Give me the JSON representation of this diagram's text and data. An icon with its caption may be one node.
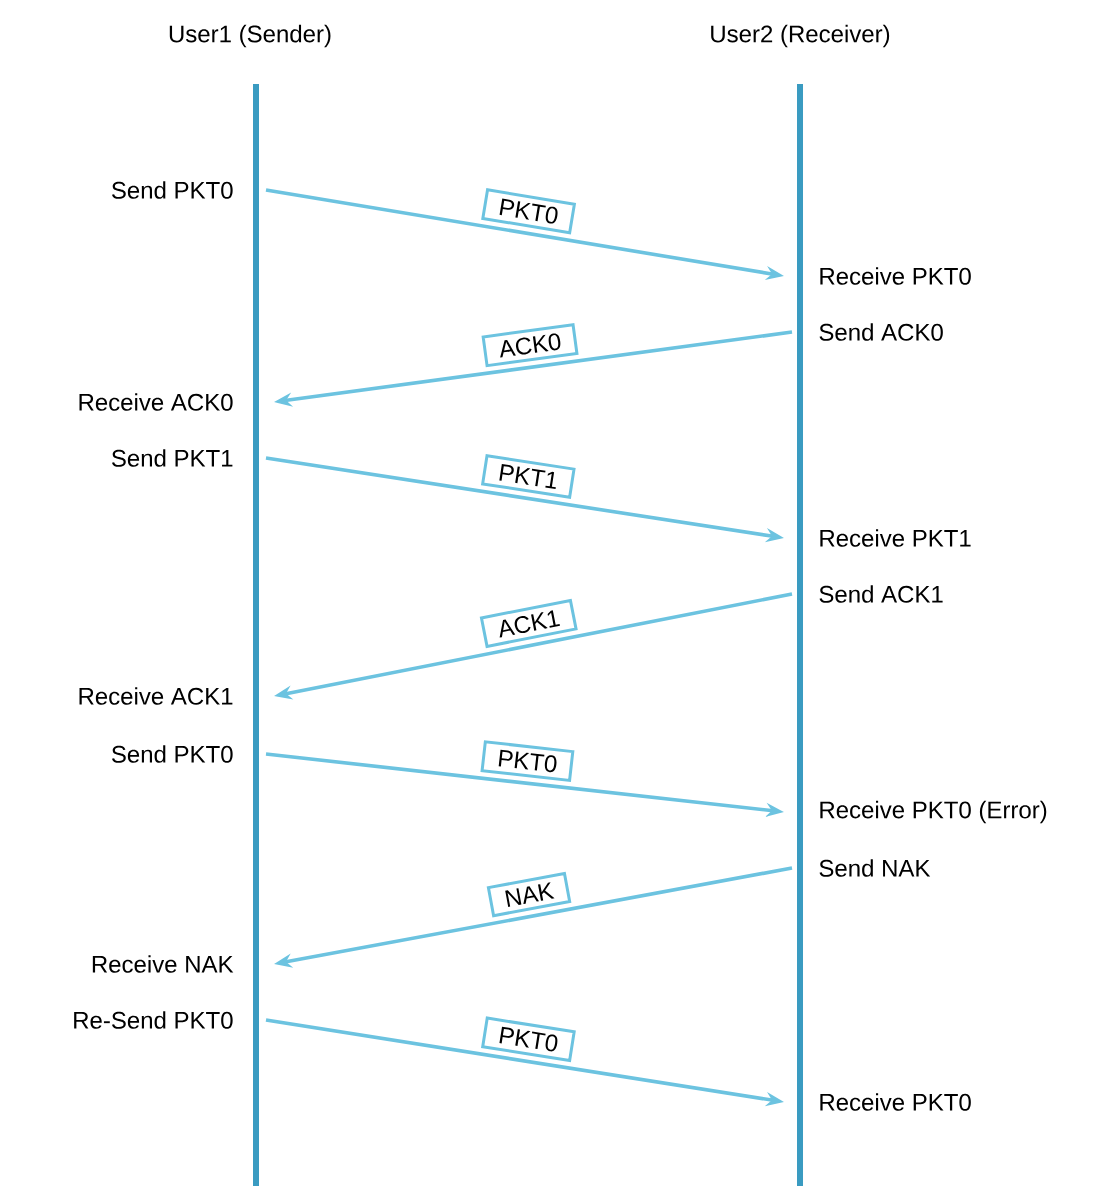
{
  "diagram": {
    "nodes": [
      {
        "text": [
          "Send PKT0"
        ]
      },
      {
        "text": [
          "Receive PKT0"
        ]
      },
      {
        "text": [
          "Send ACK0"
        ]
      },
      {
        "text": [
          "Receive ACK0"
        ]
      },
      {
        "text": [
          "Send PKT1"
        ]
      },
      {
        "text": [
          "Receive PKT1"
        ]
      },
      {
        "text": [
          "Send ACK1"
        ]
      },
      {
        "text": [
          "Receive ACK1"
        ]
      },
      {
        "text": [
          "Send PKT0"
        ]
      },
      {
        "text": [
          "Receive PKT0 (Error)"
        ]
      },
      {
        "text": [
          "Send NAK"
        ]
      },
      {
        "text": [
          "Receive NAK"
        ]
      },
      {
        "text": [
          "Re-Send PKT0"
        ]
      },
      {
        "text": [
          "Receive PKT0"
        ]
      }
    ],
    "edges": [
      {
        "from": 0,
        "to": 1,
        "arrow": "to",
        "label": "PKT0"
      },
      {
        "from": 2,
        "to": 3,
        "arrow": "to",
        "label": "ACK0"
      },
      {
        "from": 4,
        "to": 5,
        "arrow": "to",
        "label": "PKT1"
      },
      {
        "from": 6,
        "to": 7,
        "arrow": "to",
        "label": "ACK1"
      },
      {
        "from": 8,
        "to": 9,
        "arrow": "to",
        "label": "PKT0"
      },
      {
        "from": 10,
        "to": 11,
        "arrow": "to",
        "label": "NAK"
      },
      {
        "from": 12,
        "to": 13,
        "arrow": "to",
        "label": "PKT0"
      }
    ],
    "labels": [
      "User1 (Sender)",
      "User2 (Receiver)"
    ]
  }
}
